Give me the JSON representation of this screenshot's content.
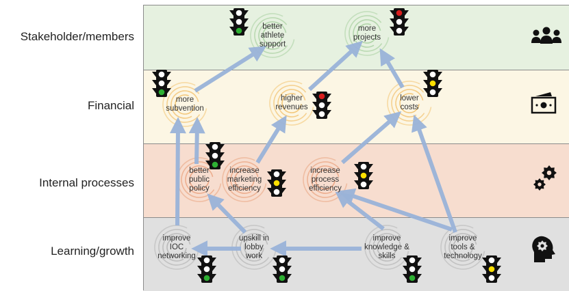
{
  "rows": [
    {
      "id": "stakeholder",
      "label": "Stakeholder/members",
      "color": "#e6f1e0",
      "icon": "users-icon"
    },
    {
      "id": "financial",
      "label": "Financial",
      "color": "#fcf6e4",
      "icon": "money-icon"
    },
    {
      "id": "internal",
      "label": "Internal processes",
      "color": "#f7ddcf",
      "icon": "gears-icon"
    },
    {
      "id": "learning",
      "label": "Learning/growth",
      "color": "#e0e0e0",
      "icon": "head-gear-icon"
    }
  ],
  "nodes": [
    {
      "id": "athlete",
      "lines": [
        "better",
        "athlete",
        "support"
      ],
      "status": "green",
      "ring": "#a8d0a0"
    },
    {
      "id": "projects",
      "lines": [
        "more",
        "projects"
      ],
      "status": "red",
      "ring": "#a8d0a0"
    },
    {
      "id": "subvention",
      "lines": [
        "more",
        "subvention"
      ],
      "status": "green",
      "ring": "#f2c26e"
    },
    {
      "id": "revenues",
      "lines": [
        "higher",
        "revenues"
      ],
      "status": "red",
      "ring": "#f2c26e"
    },
    {
      "id": "costs",
      "lines": [
        "lower",
        "costs"
      ],
      "status": "yellow",
      "ring": "#f2c26e"
    },
    {
      "id": "policy",
      "lines": [
        "better",
        "public",
        "policy"
      ],
      "status": "green",
      "ring": "#eaa27e"
    },
    {
      "id": "marketing",
      "lines": [
        "increase",
        "marketing",
        "efficiency"
      ],
      "status": "yellow",
      "ring": "#eaa27e"
    },
    {
      "id": "process",
      "lines": [
        "increase",
        "process",
        "efficiency"
      ],
      "status": "yellow",
      "ring": "#eaa27e"
    },
    {
      "id": "ioc",
      "lines": [
        "improve",
        "IOC",
        "networking"
      ],
      "status": "green",
      "ring": "#b5b5b5"
    },
    {
      "id": "lobby",
      "lines": [
        "upskill in",
        "lobby",
        "work"
      ],
      "status": "green",
      "ring": "#b5b5b5"
    },
    {
      "id": "knowledge",
      "lines": [
        "improve",
        "knowledge &",
        "skills"
      ],
      "status": "green",
      "ring": "#b5b5b5"
    },
    {
      "id": "tools",
      "lines": [
        "improve",
        "tools &",
        "technology"
      ],
      "status": "yellow",
      "ring": "#b5b5b5"
    }
  ],
  "edges": [
    [
      "subvention",
      "athlete"
    ],
    [
      "revenues",
      "projects"
    ],
    [
      "costs",
      "projects"
    ],
    [
      "policy",
      "subvention"
    ],
    [
      "ioc",
      "subvention"
    ],
    [
      "marketing",
      "revenues"
    ],
    [
      "process",
      "costs"
    ],
    [
      "lobby",
      "policy"
    ],
    [
      "lobby",
      "ioc"
    ],
    [
      "knowledge",
      "lobby"
    ],
    [
      "knowledge",
      "process"
    ],
    [
      "tools",
      "process"
    ],
    [
      "tools",
      "costs"
    ]
  ],
  "colors": {
    "arrow": "#9ab3d9",
    "light_red": "#d81e1e",
    "light_yellow": "#ffe000",
    "light_green": "#2eb033",
    "light_off": "#ffffff",
    "light_body": "#111111"
  }
}
